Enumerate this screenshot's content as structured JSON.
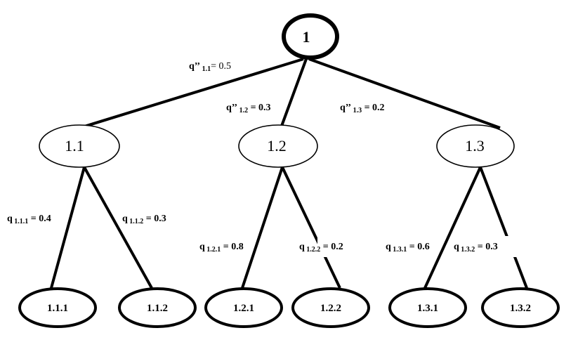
{
  "nodes": {
    "root": "1",
    "n1_1": "1.1",
    "n1_2": "1.2",
    "n1_3": "1.3",
    "n1_1_1": "1.1.1",
    "n1_1_2": "1.1.2",
    "n1_2_1": "1.2.1",
    "n1_2_2": "1.2.2",
    "n1_3_1": "1.3.1",
    "n1_3_2": "1.3.2"
  },
  "edges": {
    "e1_1": {
      "symbol": "q’’",
      "sub": " 1.1",
      "value": "= 0.5"
    },
    "e1_2": {
      "symbol": "q’’",
      "sub": " 1.2",
      "value": " = 0.3"
    },
    "e1_3": {
      "symbol": "q’’",
      "sub": " 1.3",
      "value": " = 0.2"
    },
    "e1_1_1": {
      "symbol": "q",
      "sub": " 1.1.1",
      "value": "  = 0.4"
    },
    "e1_1_2": {
      "symbol": "q",
      "sub": " 1.1.2",
      "value": " = 0.3"
    },
    "e1_2_1": {
      "symbol": "q",
      "sub": " 1.2.1",
      "value": " = 0.8"
    },
    "e1_2_2": {
      "symbol": "q",
      "sub": " 1.2.2",
      "value": " = 0.2"
    },
    "e1_3_1": {
      "symbol": "q",
      "sub": " 1.3.1",
      "value": " = 0.6"
    },
    "e1_3_2": {
      "symbol": "q",
      "sub": " 1.3.2",
      "value": " = 0.3"
    }
  }
}
